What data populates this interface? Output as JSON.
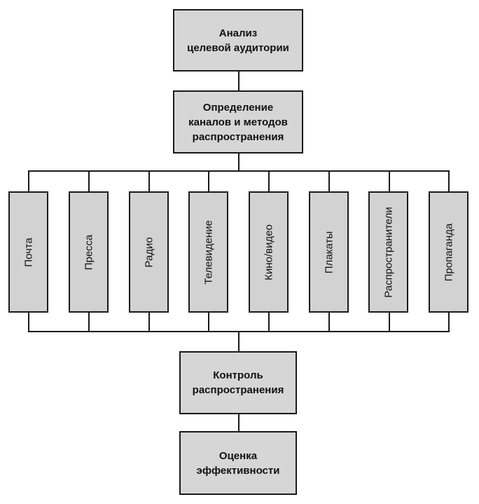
{
  "nodes": {
    "audience_analysis": "Анализ\nцелевой аудитории",
    "channel_definition": "Определение\nканалов и методов\nраспространения",
    "distribution_control": "Контроль\nраспространения",
    "effectiveness_evaluation": "Оценка\nэффективности"
  },
  "channels": [
    "Почта",
    "Пресса",
    "Радио",
    "Телевидение",
    "Кино/видео",
    "Плакаты",
    "Распространители",
    "Пропаганда"
  ]
}
